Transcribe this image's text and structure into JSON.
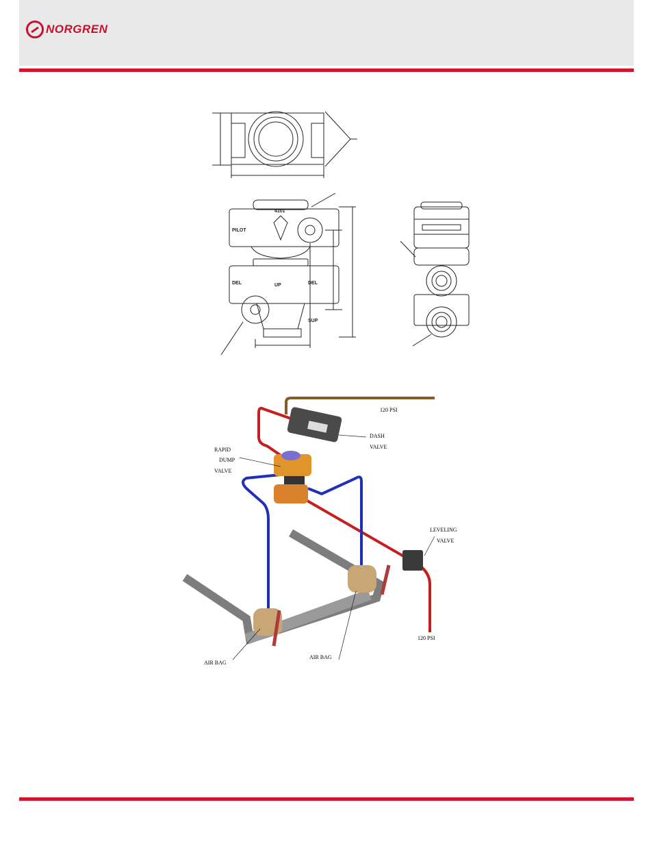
{
  "brand": {
    "logo_text": "NORGREN",
    "accent_color": "#d3142f"
  },
  "valve_markings": {
    "pilot": "PILOT",
    "model": "4101",
    "up": "UP",
    "del_left": "DEL",
    "del_right": "DEL",
    "sup": "SUP"
  },
  "system_diagram": {
    "supply_top": "120 PSI",
    "dash_valve": [
      "DASH",
      "VALVE"
    ],
    "rapid_dump_valve": [
      "RAPID",
      "DUMP",
      "VALVE"
    ],
    "leveling_valve": [
      "LEVELING",
      "VALVE"
    ],
    "supply_bottom": "120 PSI",
    "air_bag_left": "AIR BAG",
    "air_bag_right": "AIR BAG"
  }
}
